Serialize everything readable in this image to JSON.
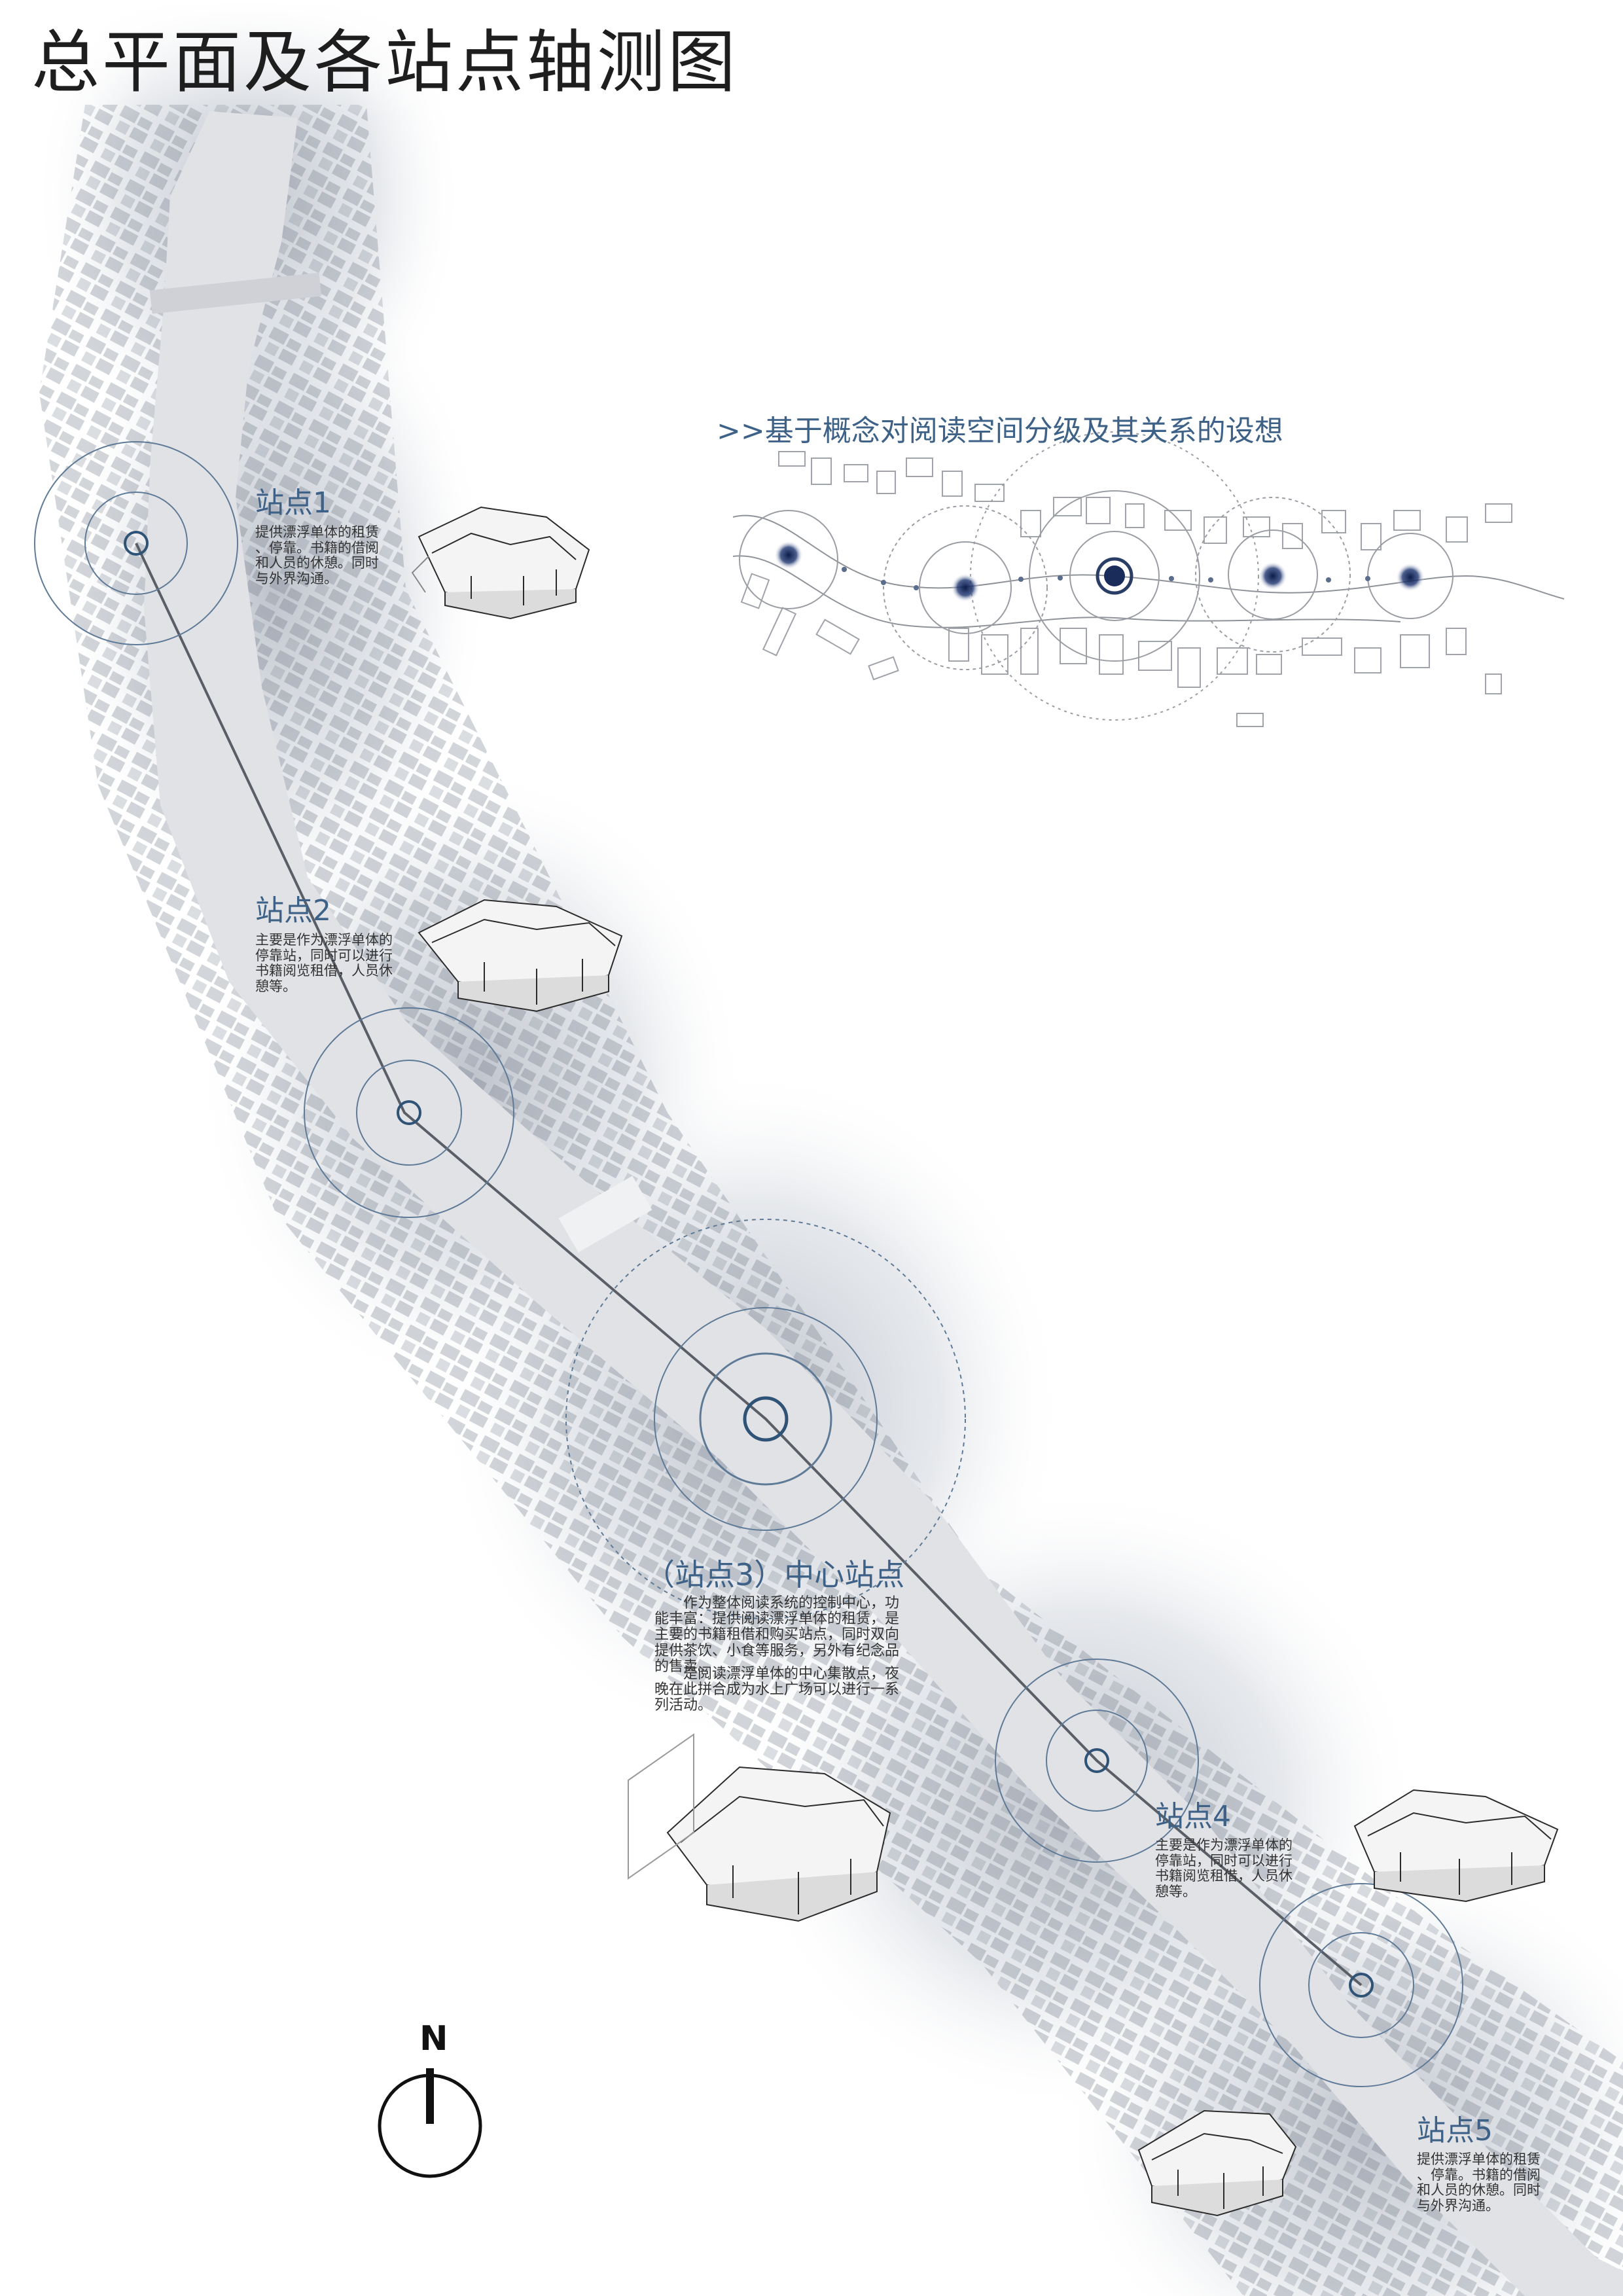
{
  "title": "总平面及各站点轴测图",
  "concept": {
    "title": ">>基于概念对阅读空间分级及其关系的设想"
  },
  "stations": [
    {
      "name": "站点1",
      "desc": "提供漂浮单体的租赁\n、停靠。书籍的借阅\n和人员的休憩。同时\n与外界沟通。"
    },
    {
      "name": "站点2",
      "desc": "主要是作为漂浮单体的\n停靠站，同时可以进行\n书籍阅览租借，人员休\n憩等。"
    },
    {
      "name": "（站点3）中心站点",
      "paragraphs": [
        "　　作为整体阅读系统的控制中心，功\n能丰富：提供阅读漂浮单体的租赁，是\n主要的书籍租借和购买站点，同时双向\n提供茶饮、小食等服务，另外有纪念品\n的售卖。",
        "　　是阅读漂浮单体的中心集散点，夜\n晚在此拼合成为水上广场可以进行一系\n列活动。"
      ]
    },
    {
      "name": "站点4",
      "desc": "主要是作为漂浮单体的\n停靠站，同时可以进行\n书籍阅览租借，人员休\n憩等。"
    },
    {
      "name": "站点5",
      "desc": "提供漂浮单体的租赁\n、停靠。书籍的借阅\n和人员的休憩。同时\n与外界沟通。"
    }
  ],
  "compass": {
    "label": "N"
  },
  "colors": {
    "accent": "#3e6287",
    "river": "#e3e4e6",
    "ink": "#1e1e1e"
  }
}
